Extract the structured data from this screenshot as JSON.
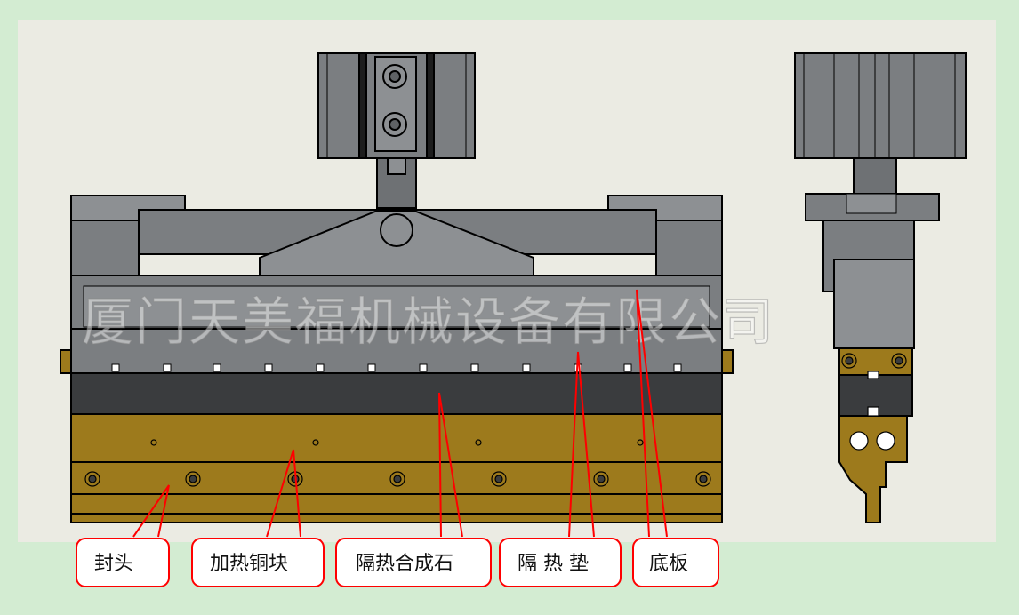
{
  "watermark": "厦门天美福机械设备有限公司",
  "labels": {
    "seal_head": "封头",
    "heating_copper_block": "加热铜块",
    "insulation_composite_stone": "隔热合成石",
    "insulation_pad": "隔 热 垫",
    "base_plate": "底板"
  },
  "colors": {
    "background": "#d3ecd2",
    "drawing_area": "#ebebe3",
    "steel": "#7b7e81",
    "steel_light": "#8d9093",
    "insulation_dark": "#3a3c3e",
    "copper": "#9d7a1c",
    "callout": "#ff0000"
  }
}
